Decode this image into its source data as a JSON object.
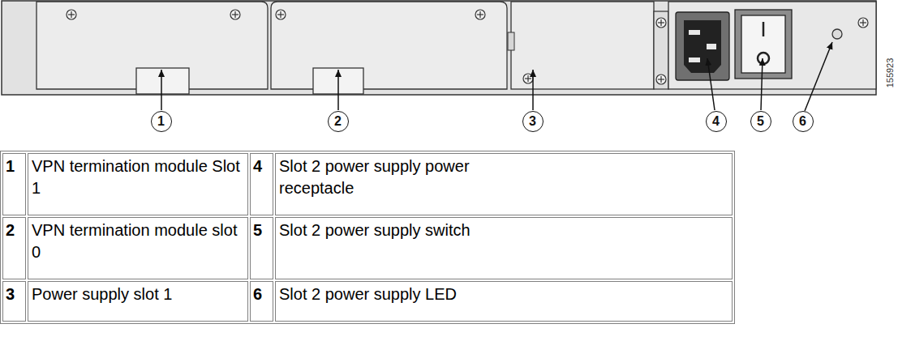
{
  "diagram": {
    "nodes": [
      {
        "text": [
          "1"
        ]
      },
      {
        "text": [
          "2"
        ]
      },
      {
        "text": [
          "3"
        ]
      },
      {
        "text": [
          "4"
        ]
      },
      {
        "text": [
          "5"
        ]
      },
      {
        "text": [
          "6"
        ]
      }
    ],
    "labels": [
      "1",
      "VPN termination module Slot 1",
      "4",
      "Slot 2 power supply power receptacle",
      "2",
      "VPN termination module slot 0",
      "5",
      "Slot 2 power supply switch",
      "3",
      "Power supply slot 1",
      "6",
      "Slot 2 power supply LED",
      "155923"
    ]
  }
}
